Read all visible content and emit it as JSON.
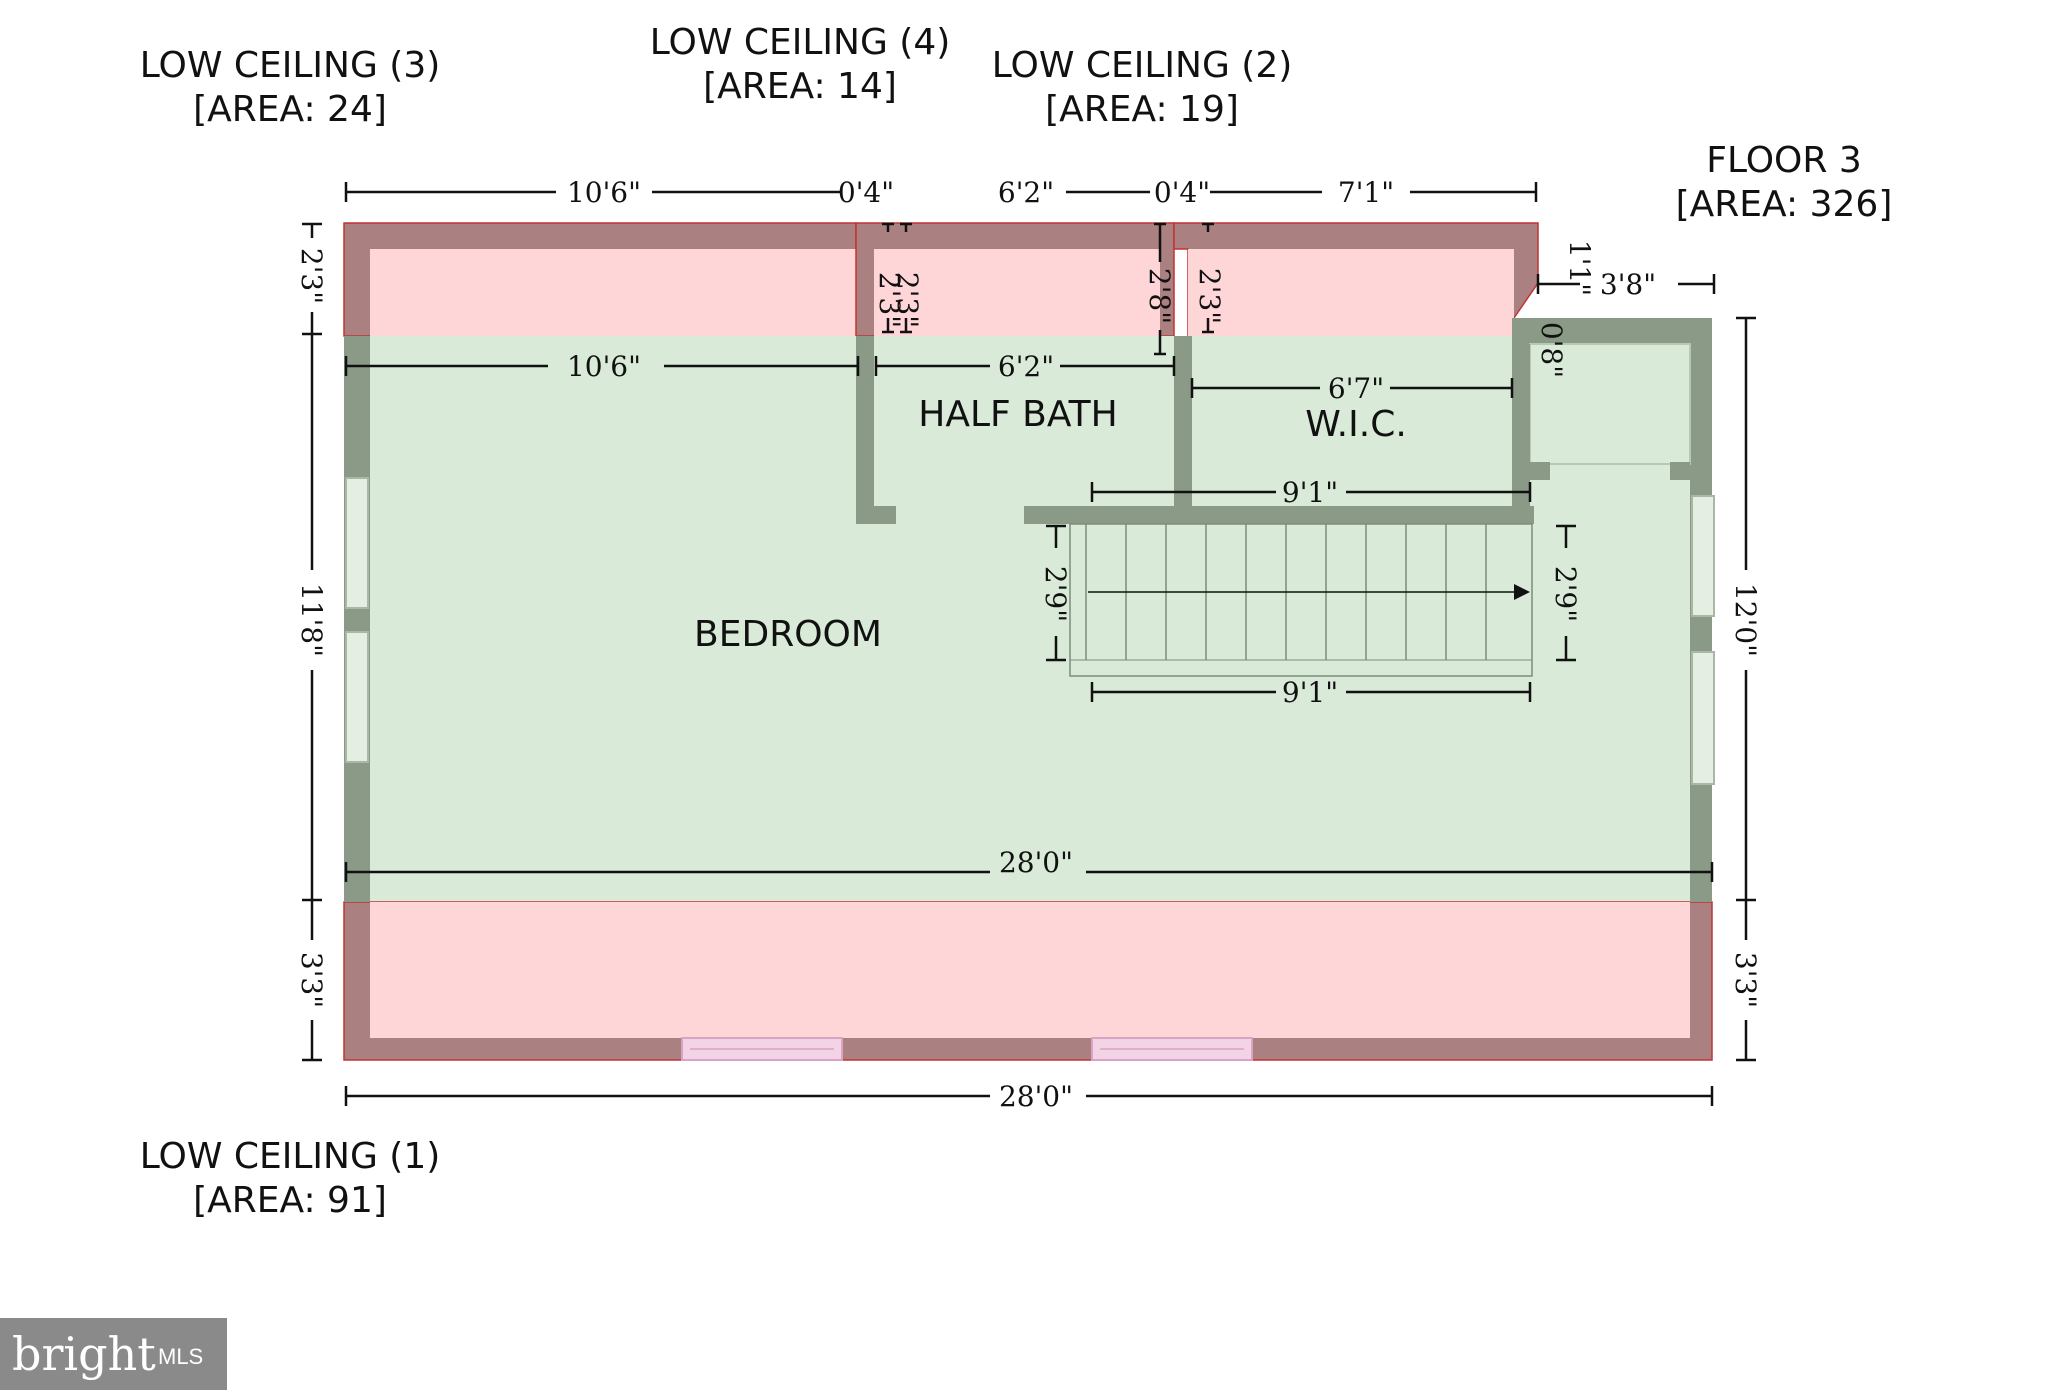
{
  "colors": {
    "wall_green": "#8a9a86",
    "floor_green": "#d9ead8",
    "wall_red": "#aa8080",
    "floor_red": "#ffd6d8",
    "stroke_red": "#c23333",
    "dim_line": "#111111"
  },
  "labels": {
    "low_ceiling_3": {
      "name": "LOW CEILING (3)",
      "area": "[AREA: 24]"
    },
    "low_ceiling_4": {
      "name": "LOW CEILING (4)",
      "area": "[AREA: 14]"
    },
    "low_ceiling_2": {
      "name": "LOW CEILING (2)",
      "area": "[AREA: 19]"
    },
    "floor_3": {
      "name": "FLOOR 3",
      "area": "[AREA: 326]"
    },
    "low_ceiling_1": {
      "name": "LOW CEILING (1)",
      "area": "[AREA: 91]"
    }
  },
  "rooms": {
    "half_bath": "HALF BATH",
    "wic": "W.I.C.",
    "bedroom": "BEDROOM"
  },
  "dimensions": {
    "top_1": "10'6\"",
    "top_2": "0'4\"",
    "top_3": "6'2\"",
    "top_4": "0'4\"",
    "top_5": "7'1\"",
    "inner_1": "10'6\"",
    "inner_2": "6'2\"",
    "small_1": "2'3\"",
    "small_2": "2'3\"",
    "small_3": "2'8\"",
    "small_4": "2'3\"",
    "right_small": "1'1\"",
    "right_top": "3'8\"",
    "corner": "0'8\"",
    "wic_width": "6'7\"",
    "stair_top": "9'1\"",
    "stair_left": "2'9\"",
    "stair_right": "2'9\"",
    "stair_bottom": "9'1\"",
    "left_top": "2'3\"",
    "left_mid": "11'8\"",
    "left_bot": "3'3\"",
    "right_mid": "12'0\"",
    "right_bot": "3'3\"",
    "bedroom_width": "28'0\"",
    "total_width": "28'0\""
  },
  "watermark": {
    "brand": "bright",
    "suffix": "MLS"
  }
}
